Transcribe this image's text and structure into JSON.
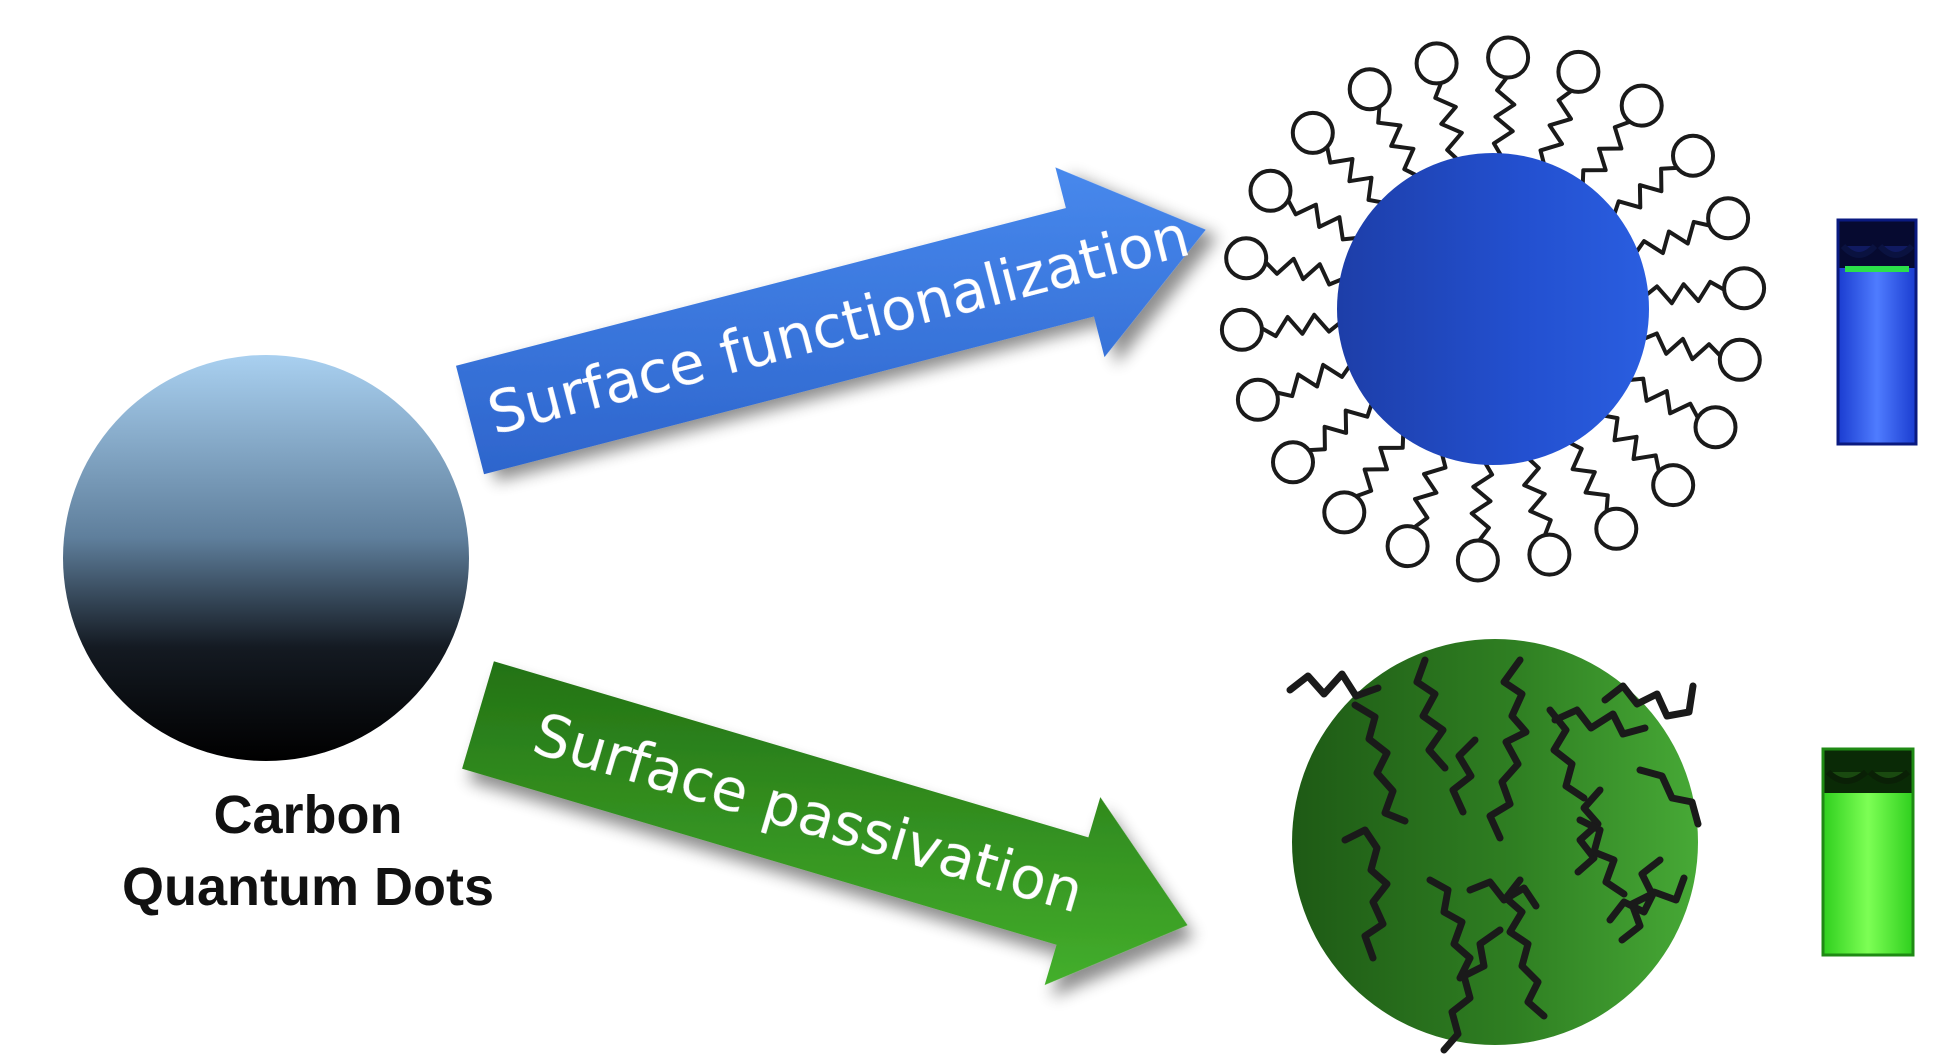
{
  "diagram": {
    "core": {
      "label_line1": "Carbon",
      "label_line2": "Quantum Dots"
    },
    "paths": {
      "functionalization": {
        "label": "Surface functionalization"
      },
      "passivation": {
        "label": "Surface passivation"
      }
    },
    "colors": {
      "functionalization_arrow": "#2f6fd8",
      "passivation_arrow": "#2f8a1c",
      "functionalized_dot": "#1f49c4",
      "passivated_dot": "#2f7d22",
      "blue_fluorescence": "#3a6cff",
      "green_fluorescence": "#5dff3a"
    }
  }
}
